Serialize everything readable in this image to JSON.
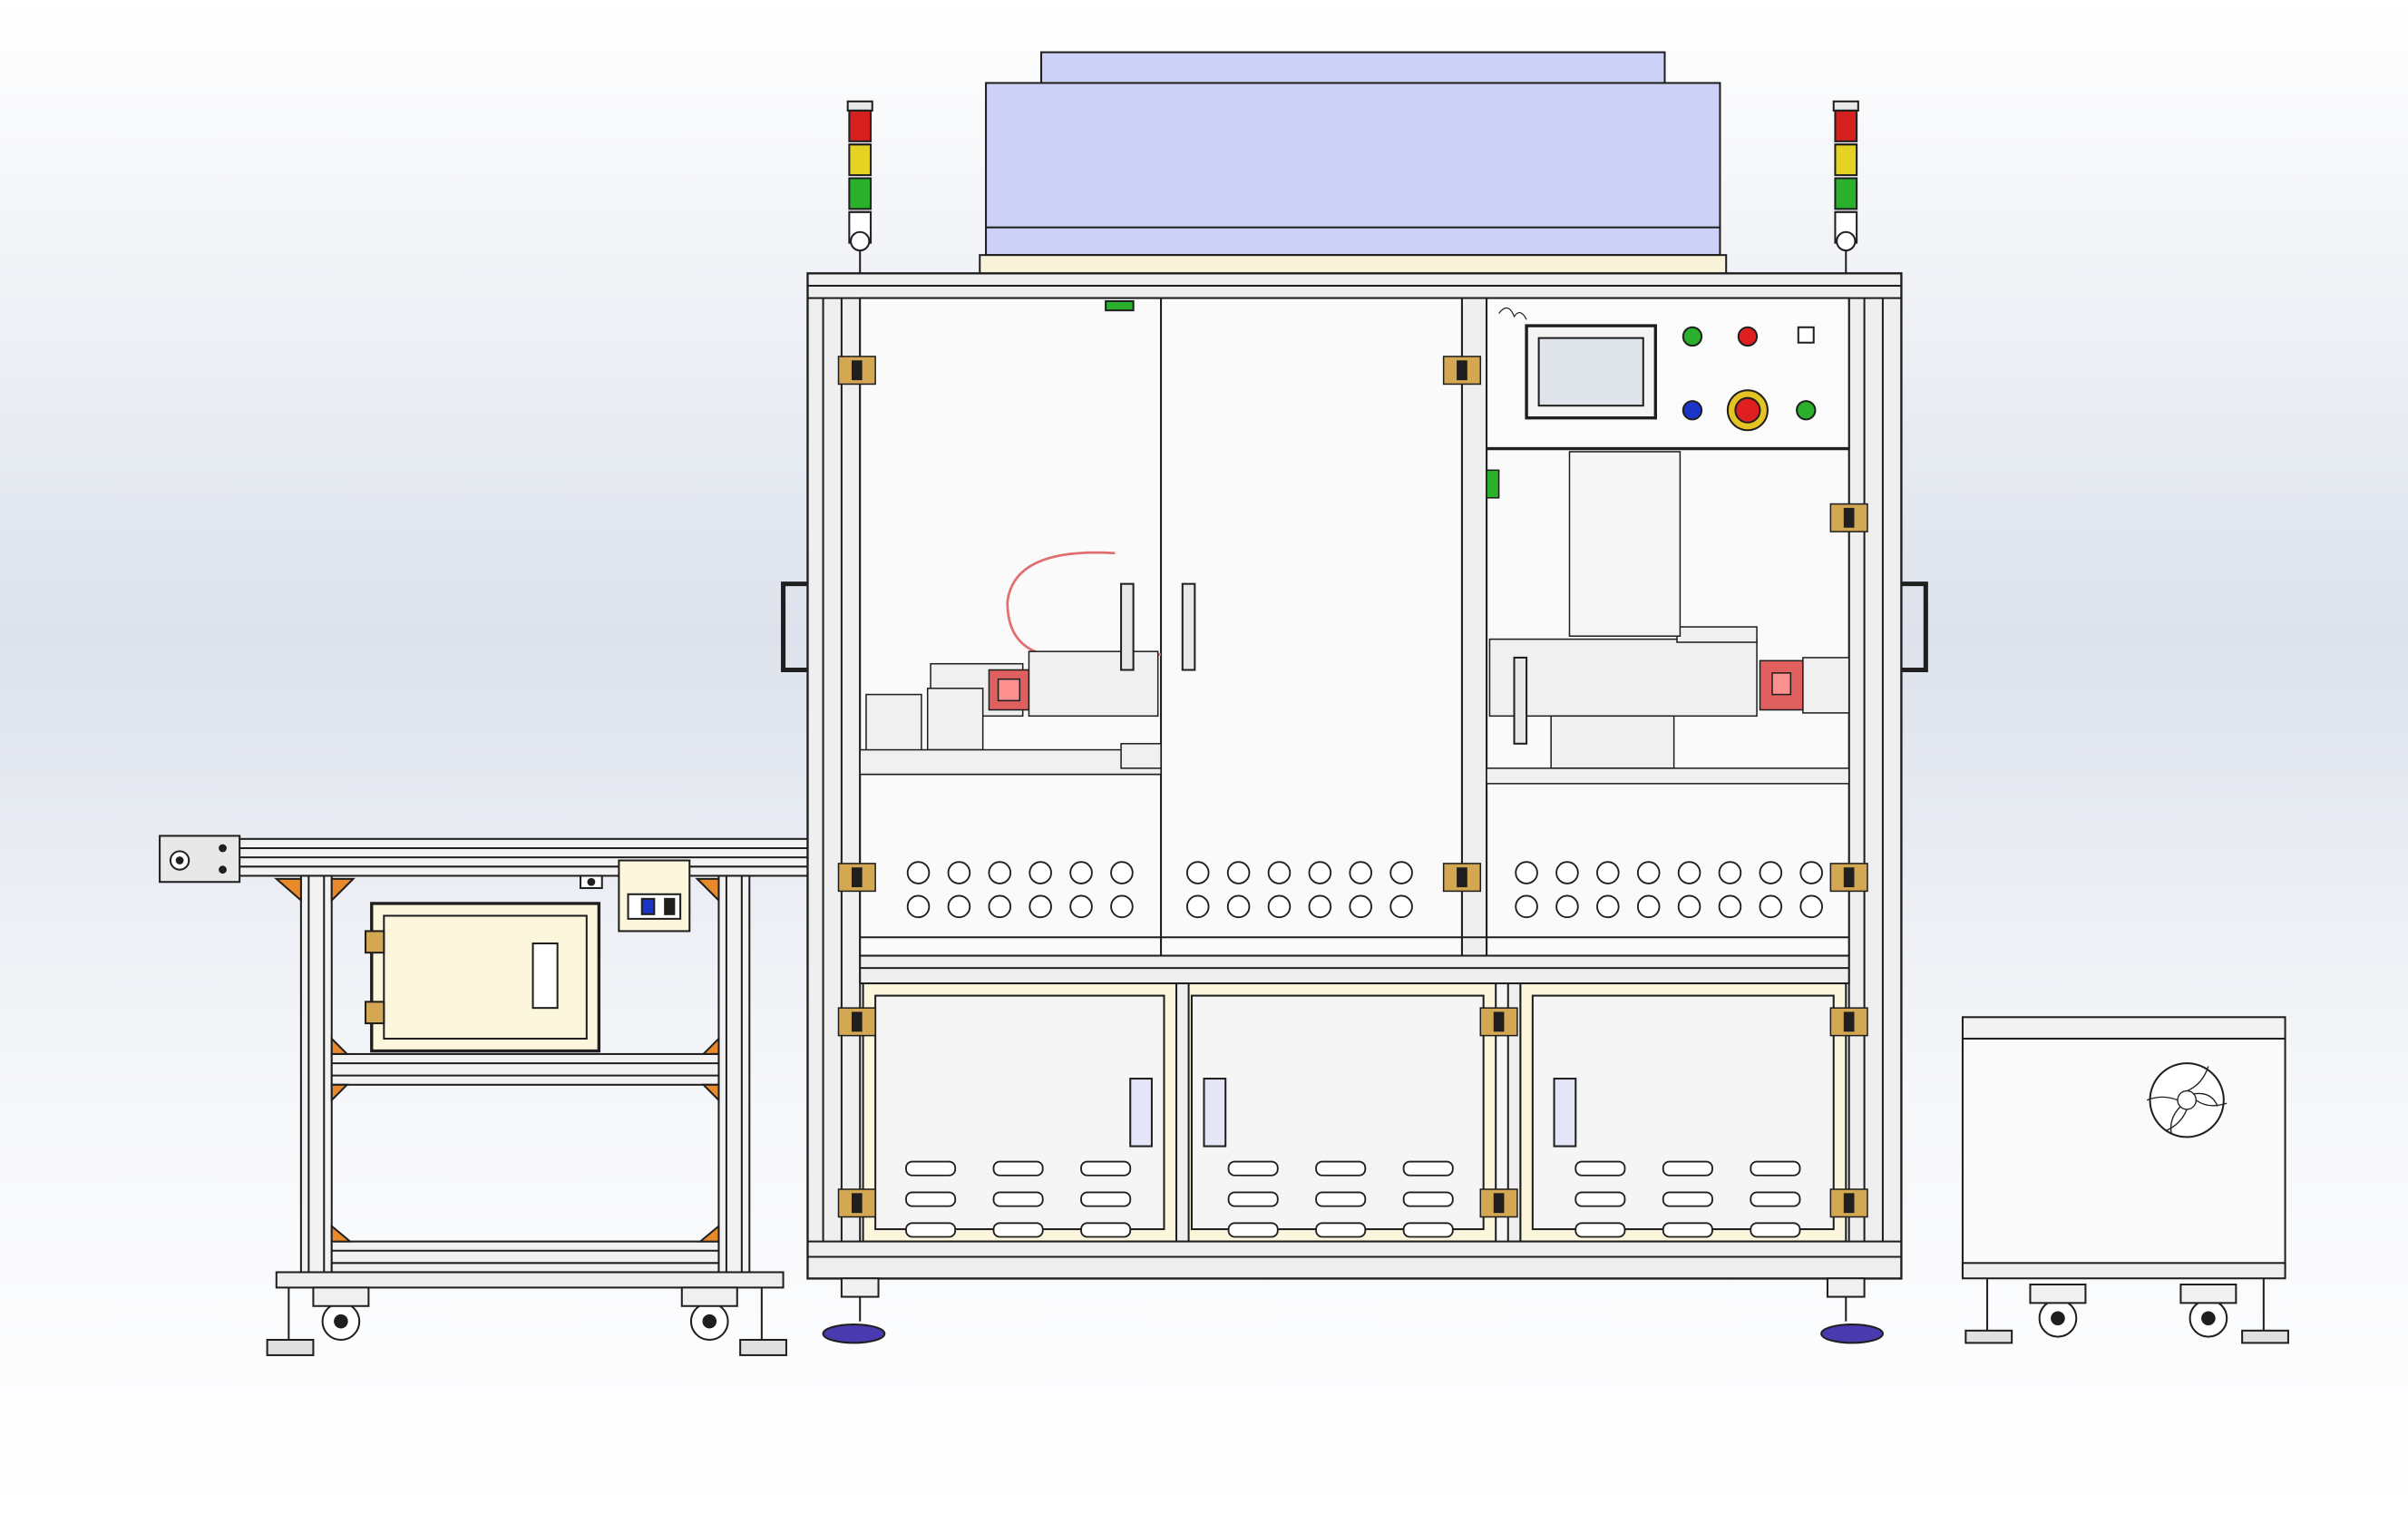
{
  "drawing": {
    "view": "front elevation",
    "background": {
      "top": "#ffffff",
      "middle": "#dde2ec",
      "bottom": "#ffffff"
    },
    "line_color": "#1f1f1f",
    "hood_color": "#cdd0f7",
    "cabinet_color": "#fbf6dc",
    "bracket_color": "#d4a853",
    "foot_pad_color": "#4a3ab0"
  },
  "signal_towers": [
    {
      "id": "left",
      "lamps": [
        "#d62020",
        "#e4d322",
        "#2bb02b",
        "#ffffff"
      ]
    },
    {
      "id": "right",
      "lamps": [
        "#d62020",
        "#e4d322",
        "#2bb02b",
        "#ffffff"
      ]
    }
  ],
  "control_panel": {
    "screen_color": "#dfe5ea",
    "buttons": [
      {
        "id": "top-1",
        "color": "#2bb02b",
        "shape": "round"
      },
      {
        "id": "top-2",
        "color": "#e02020",
        "shape": "round"
      },
      {
        "id": "top-3",
        "color": "#ffffff",
        "shape": "square"
      },
      {
        "id": "bottom-1",
        "color": "#1b35c9",
        "shape": "round"
      },
      {
        "id": "bottom-2",
        "color": "#e02020",
        "shape": "emergency-stop"
      },
      {
        "id": "bottom-3",
        "color": "#2bb02b",
        "shape": "round"
      }
    ],
    "icons": [
      "start-button-icon",
      "stop-button-icon",
      "indicator-icon",
      "reset-button-icon",
      "emergency-stop-icon",
      "run-button-icon"
    ]
  },
  "modules": [
    "infeed-conveyor",
    "main-machine",
    "auxiliary-cabinet"
  ]
}
